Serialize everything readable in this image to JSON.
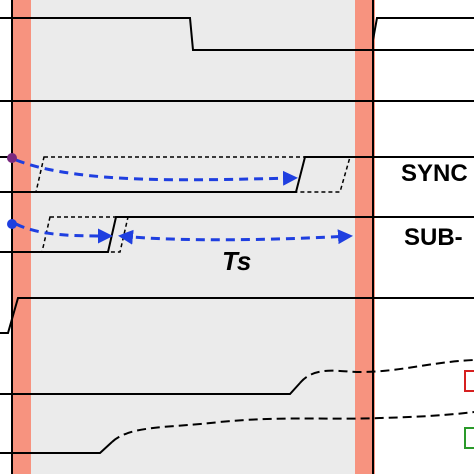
{
  "labels": {
    "sync": "SYNC",
    "sub": "SUB-",
    "ts": "Ts"
  },
  "colors": {
    "highlight_band": "#f7937f",
    "window_fill": "#ebebeb",
    "signal": "#000000",
    "arrow": "#1f3fe0",
    "marker_purple": "#7a2a80",
    "marker_blue": "#1f3fe0",
    "edge_box_red": "#d62020",
    "edge_box_green": "#2a9a2a"
  },
  "icons": {
    "sync_marker": "purple-dot",
    "sub_marker": "blue-dot",
    "arrow_heads": "filled-triangle"
  }
}
